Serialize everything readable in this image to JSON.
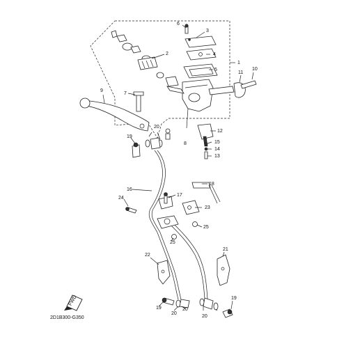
{
  "diagram": {
    "callouts": [
      {
        "id": "c1",
        "text": "1"
      },
      {
        "id": "c2",
        "text": "2"
      },
      {
        "id": "c3",
        "text": "3"
      },
      {
        "id": "c4",
        "text": "4"
      },
      {
        "id": "c5",
        "text": "5"
      },
      {
        "id": "c6",
        "text": "6"
      },
      {
        "id": "c7",
        "text": "7"
      },
      {
        "id": "c8",
        "text": "8"
      },
      {
        "id": "c9",
        "text": "9"
      },
      {
        "id": "c10",
        "text": "10"
      },
      {
        "id": "c11",
        "text": "11"
      },
      {
        "id": "c12",
        "text": "12"
      },
      {
        "id": "c13",
        "text": "13"
      },
      {
        "id": "c14",
        "text": "14"
      },
      {
        "id": "c15",
        "text": "15"
      },
      {
        "id": "c16",
        "text": "16"
      },
      {
        "id": "c17",
        "text": "17"
      },
      {
        "id": "c18",
        "text": "18"
      },
      {
        "id": "c19a",
        "text": "19"
      },
      {
        "id": "c19b",
        "text": "19"
      },
      {
        "id": "c19c",
        "text": "19"
      },
      {
        "id": "c20a",
        "text": "20"
      },
      {
        "id": "c20b",
        "text": "20"
      },
      {
        "id": "c20c",
        "text": "20"
      },
      {
        "id": "c20d",
        "text": "20"
      },
      {
        "id": "c21",
        "text": "21"
      },
      {
        "id": "c22",
        "text": "22"
      },
      {
        "id": "c23",
        "text": "23"
      },
      {
        "id": "c24",
        "text": "24"
      },
      {
        "id": "c25a",
        "text": "25"
      },
      {
        "id": "c25b",
        "text": "25"
      }
    ],
    "fwd_label": "FWD",
    "figure_code": "2D1B300-G350"
  }
}
